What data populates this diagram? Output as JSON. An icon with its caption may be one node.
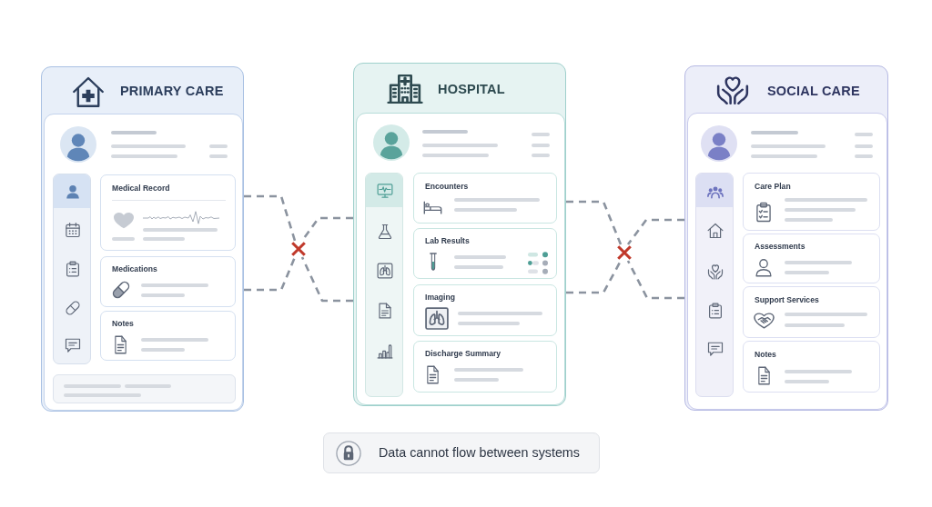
{
  "diagram": {
    "nodes": [
      {
        "text": [
          "PRIMARY CARE"
        ]
      },
      {
        "text": [
          "Medical Record"
        ],
        "in": 0
      },
      {
        "text": [
          "Medications"
        ],
        "in": 0
      },
      {
        "text": [
          "Notes"
        ],
        "in": 0
      },
      {
        "text": [],
        "shape": "cross"
      },
      {
        "text": [
          "HOSPITAL"
        ]
      },
      {
        "text": [
          "Encounters"
        ],
        "in": 5
      },
      {
        "text": [
          "Lab Results"
        ],
        "in": 5
      },
      {
        "text": [
          "Imaging"
        ],
        "in": 5
      },
      {
        "text": [
          "Discharge Summary"
        ],
        "in": 5
      },
      {
        "text": [],
        "shape": "cross"
      },
      {
        "text": [
          "SOCIAL CARE"
        ]
      },
      {
        "text": [
          "Care Plan"
        ],
        "in": 11
      },
      {
        "text": [
          "Assessments"
        ],
        "in": 11
      },
      {
        "text": [
          "Support Services"
        ],
        "in": 11
      },
      {
        "text": [
          "Notes"
        ],
        "in": 11
      },
      {
        "text": [
          "Data cannot flow between systems"
        ]
      }
    ],
    "edges": [
      {
        "from": 0,
        "to": 4,
        "arrow": "none",
        "style": "dashed"
      },
      {
        "from": 0,
        "to": 4,
        "arrow": "none",
        "style": "dashed"
      },
      {
        "from": 5,
        "to": 4,
        "arrow": "none",
        "style": "dashed"
      },
      {
        "from": 5,
        "to": 4,
        "arrow": "none",
        "style": "dashed"
      },
      {
        "from": 5,
        "to": 10,
        "arrow": "none",
        "style": "dashed"
      },
      {
        "from": 5,
        "to": 10,
        "arrow": "none",
        "style": "dashed"
      },
      {
        "from": 11,
        "to": 10,
        "arrow": "none",
        "style": "dashed"
      },
      {
        "from": 11,
        "to": 10,
        "arrow": "none",
        "style": "dashed"
      }
    ]
  }
}
